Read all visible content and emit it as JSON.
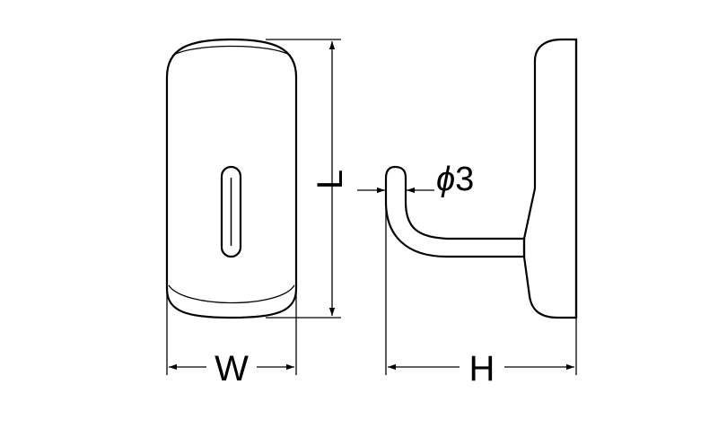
{
  "labels": {
    "length": "L",
    "width": "W",
    "height": "H",
    "diameter_symbol": "ϕ",
    "diameter_value": "3"
  },
  "colors": {
    "line": "#000000",
    "background": "#ffffff"
  }
}
